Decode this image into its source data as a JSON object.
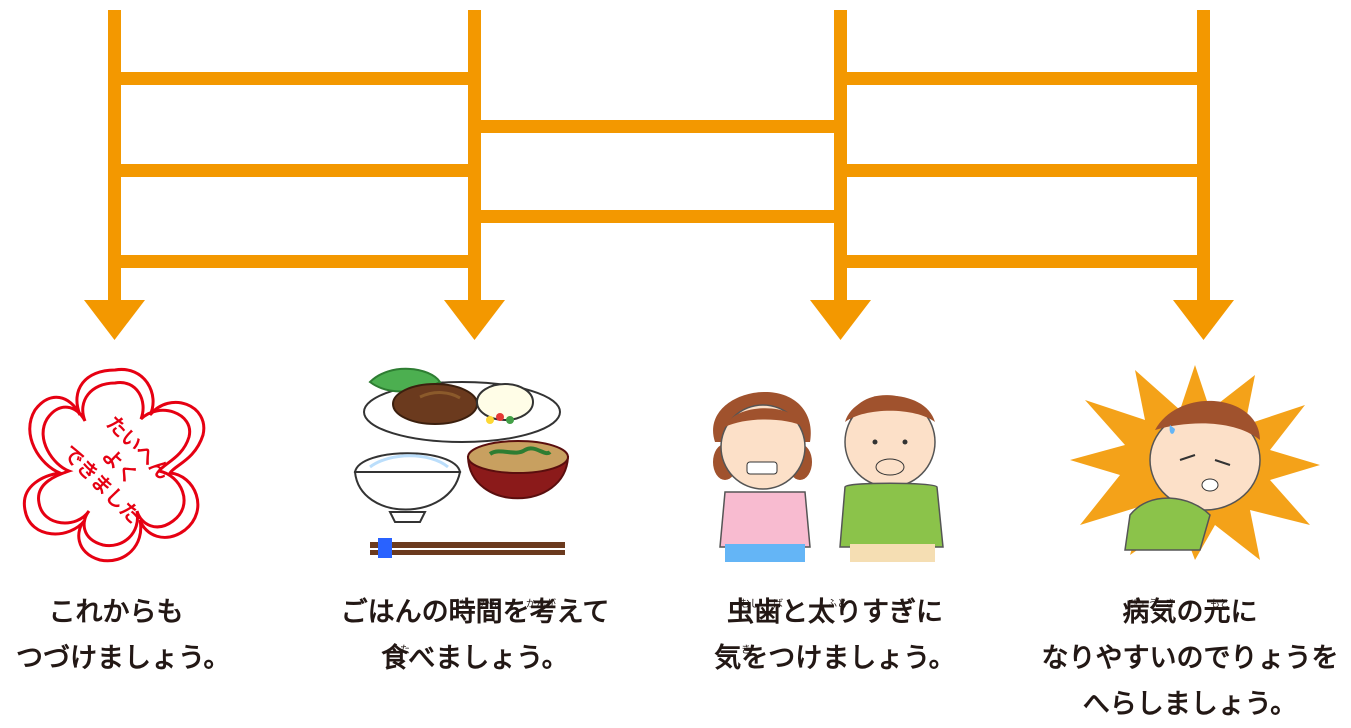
{
  "colors": {
    "ladder": "#F39800",
    "stamp": "#E60012",
    "text": "#231815"
  },
  "outcomes": [
    {
      "icon": "cherry-blossom-stamp-icon",
      "stamp_text": [
        "たいへん",
        "よく",
        "できました"
      ],
      "lines": [
        "これからも",
        "つづけましょう。"
      ],
      "furigana": []
    },
    {
      "icon": "meal-tray-icon",
      "lines": [
        "ごはんの時間を考えて",
        "食べましょう。"
      ],
      "furigana": [
        "じ",
        "かん",
        "かんが",
        "た"
      ]
    },
    {
      "icon": "cavity-and-overweight-children-icon",
      "lines": [
        "虫歯と太りすぎに",
        "気をつけましょう。"
      ],
      "furigana": [
        "むし",
        "ば",
        "ふと",
        "き"
      ]
    },
    {
      "icon": "sick-child-icon",
      "lines": [
        "病気の元に",
        "なりやすいのでりょうを",
        "へらしましょう。"
      ],
      "furigana": [
        "びょう",
        "き",
        "もと"
      ]
    }
  ]
}
